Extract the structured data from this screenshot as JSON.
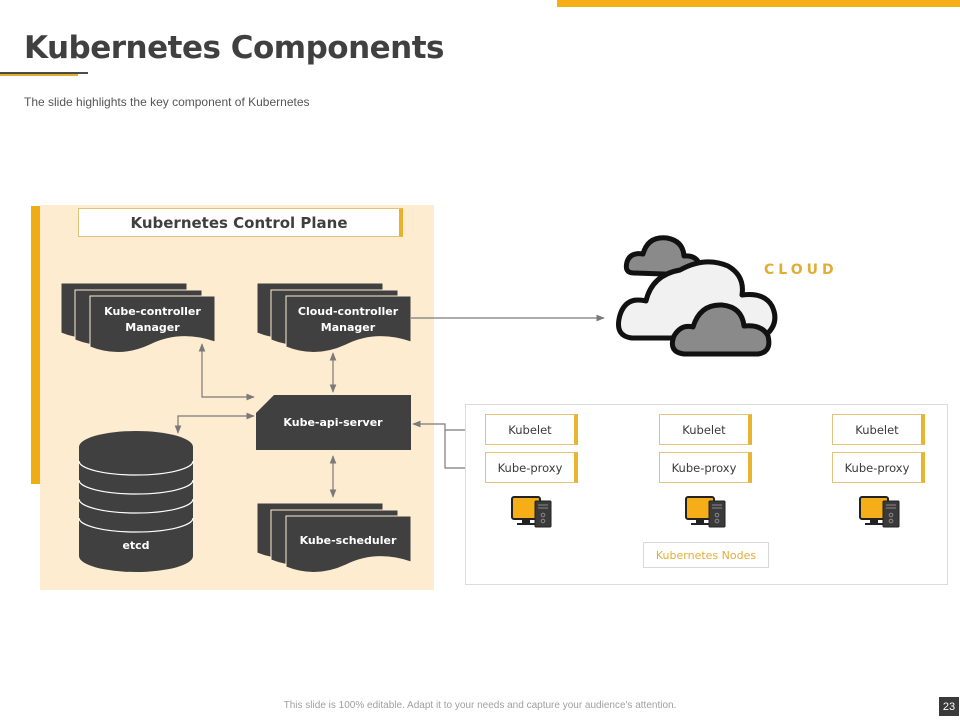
{
  "slide": {
    "title": "Kubernetes Components",
    "subtitle": "The slide highlights the key component  of Kubernetes",
    "footer": "This slide is 100% editable. Adapt it to your needs and capture your audience's attention.",
    "page_number": "23"
  },
  "colors": {
    "accent": "#f5ae17",
    "dark": "#404040",
    "panel": "#fdecd0",
    "cloud_label": "#e3ad35"
  },
  "control_plane": {
    "title": "Kubernetes Control Plane",
    "components": {
      "kube_controller_manager": [
        "Kube-controller",
        "Manager"
      ],
      "cloud_controller_manager": [
        "Cloud-controller",
        "Manager"
      ],
      "kube_api_server": "Kube-api-server",
      "etcd": "etcd",
      "kube_scheduler": "Kube-scheduler"
    }
  },
  "cloud": {
    "label": "CLOUD",
    "icon": "cloud-icon"
  },
  "nodes": {
    "label": "Kubernetes Nodes",
    "items": [
      {
        "kubelet": "Kubelet",
        "proxy": "Kube-proxy",
        "icon": "computer-icon"
      },
      {
        "kubelet": "Kubelet",
        "proxy": "Kube-proxy",
        "icon": "computer-icon"
      },
      {
        "kubelet": "Kubelet",
        "proxy": "Kube-proxy",
        "icon": "computer-icon"
      }
    ]
  }
}
